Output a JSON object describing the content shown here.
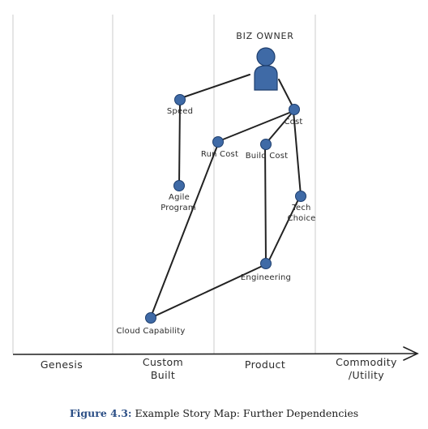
{
  "diagram": {
    "owner": {
      "label": "BIZ OWNER",
      "icon": "person-icon"
    },
    "stages": [
      {
        "line1": "Genesis",
        "line2": ""
      },
      {
        "line1": "Custom",
        "line2": "Built"
      },
      {
        "line1": "Product",
        "line2": ""
      },
      {
        "line1": "Commodity",
        "line2": "/Utility"
      }
    ],
    "nodes": [
      {
        "id": "speed",
        "label1": "Speed",
        "label2": ""
      },
      {
        "id": "cost",
        "label1": "Cost",
        "label2": ""
      },
      {
        "id": "run-cost",
        "label1": "Run Cost",
        "label2": ""
      },
      {
        "id": "build-cost",
        "label1": "Build Cost",
        "label2": ""
      },
      {
        "id": "agile-program",
        "label1": "Agile",
        "label2": "Program"
      },
      {
        "id": "tech-choice",
        "label1": "Tech",
        "label2": "Choice"
      },
      {
        "id": "engineering",
        "label1": "Engineering",
        "label2": ""
      },
      {
        "id": "cloud-capability",
        "label1": "Cloud Capability",
        "label2": ""
      }
    ],
    "links": [
      [
        "owner",
        "speed"
      ],
      [
        "owner",
        "cost"
      ],
      [
        "speed",
        "agile-program"
      ],
      [
        "cost",
        "run-cost"
      ],
      [
        "cost",
        "build-cost"
      ],
      [
        "cost",
        "tech-choice"
      ],
      [
        "run-cost",
        "cloud-capability"
      ],
      [
        "build-cost",
        "engineering"
      ],
      [
        "tech-choice",
        "engineering"
      ],
      [
        "engineering",
        "cloud-capability"
      ]
    ],
    "colors": {
      "node": "#3f6aa6",
      "line": "#222222",
      "divider": "#d4d4d4"
    }
  },
  "caption": {
    "figure": "Figure 4.3:",
    "text": "Example Story Map: Further Dependencies"
  }
}
